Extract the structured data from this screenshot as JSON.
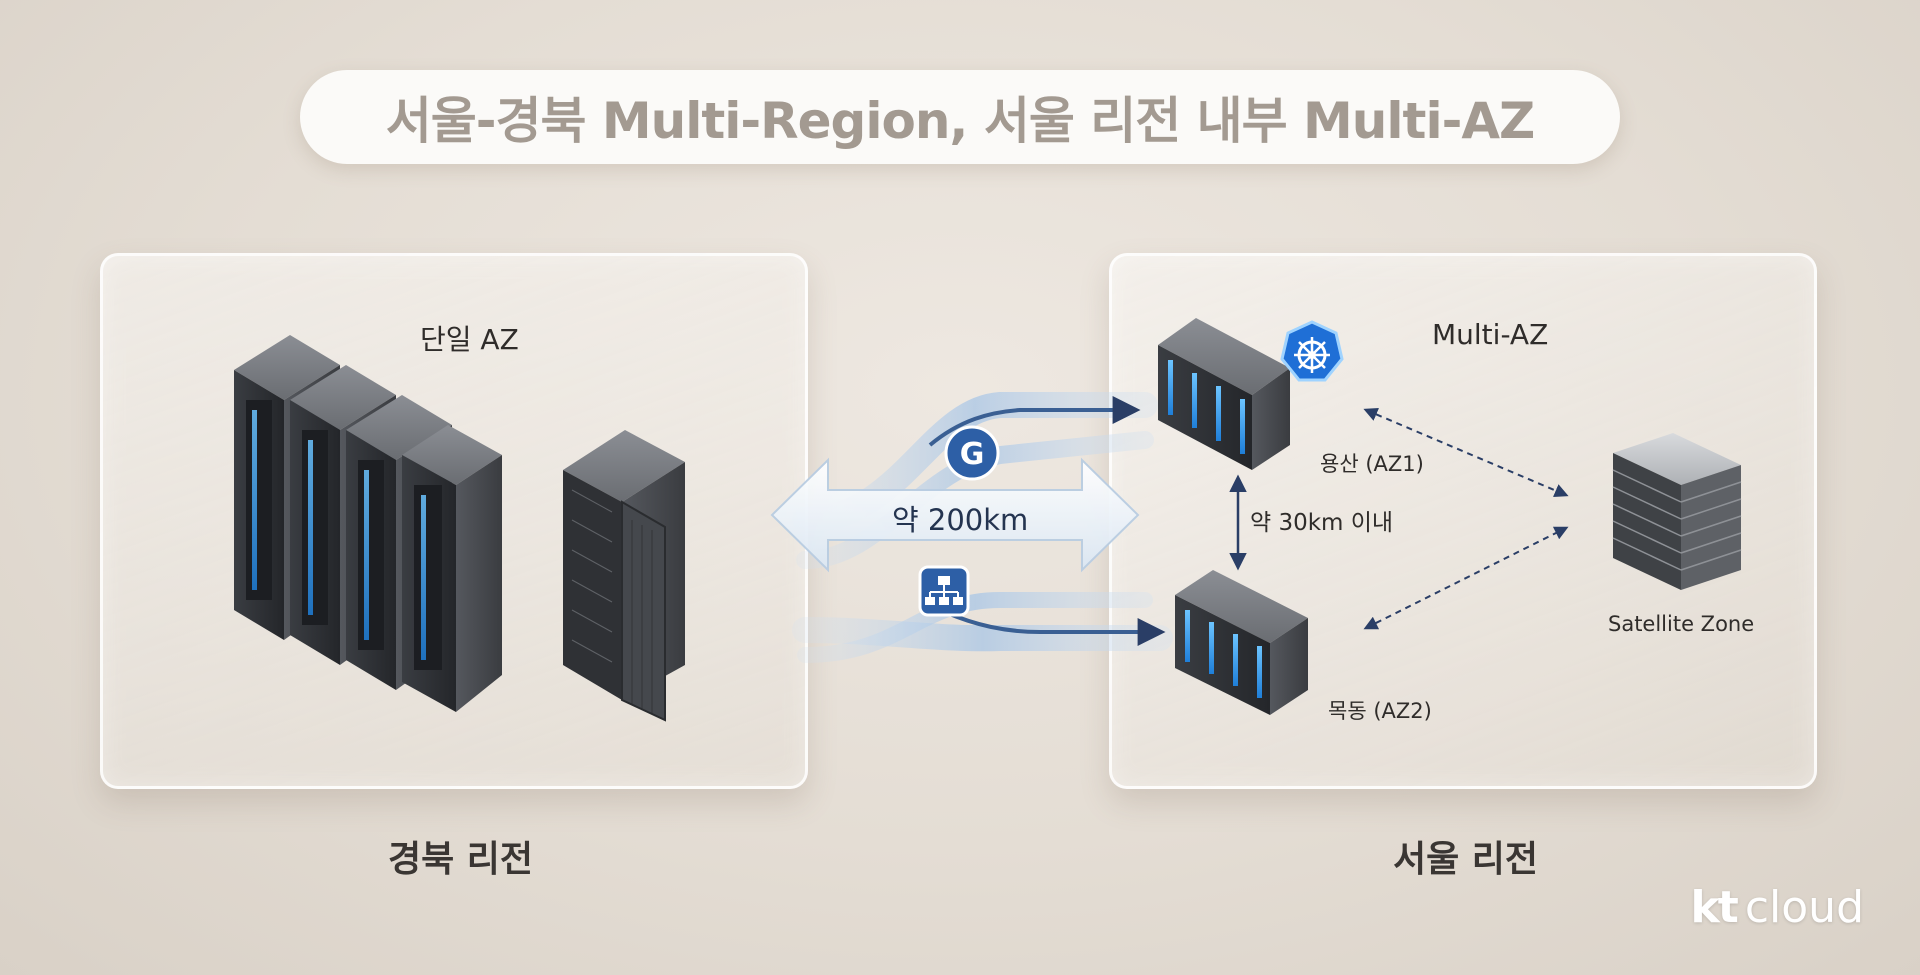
{
  "title": "서울-경북 Multi-Region, 서울 리전 내부 Multi-AZ",
  "left_region": {
    "panel_label": "단일 AZ",
    "region_name": "경북 리전"
  },
  "right_region": {
    "panel_label": "Multi-AZ",
    "region_name": "서울 리전",
    "az1_label": "용산 (AZ1)",
    "az2_label": "목동 (AZ2)",
    "az_distance": "약 30km 이내",
    "satellite_label": "Satellite Zone"
  },
  "link": {
    "distance": "약 200km",
    "badge_g": "G"
  },
  "logo": {
    "brand": "kt",
    "product": "cloud"
  },
  "colors": {
    "accent_blue": "#2f5fa8",
    "server_glow": "#3fa8ff",
    "arrow_dark": "#2a3e66"
  },
  "icons": [
    "google-badge-icon",
    "network-hierarchy-icon",
    "kubernetes-helm-icon"
  ]
}
